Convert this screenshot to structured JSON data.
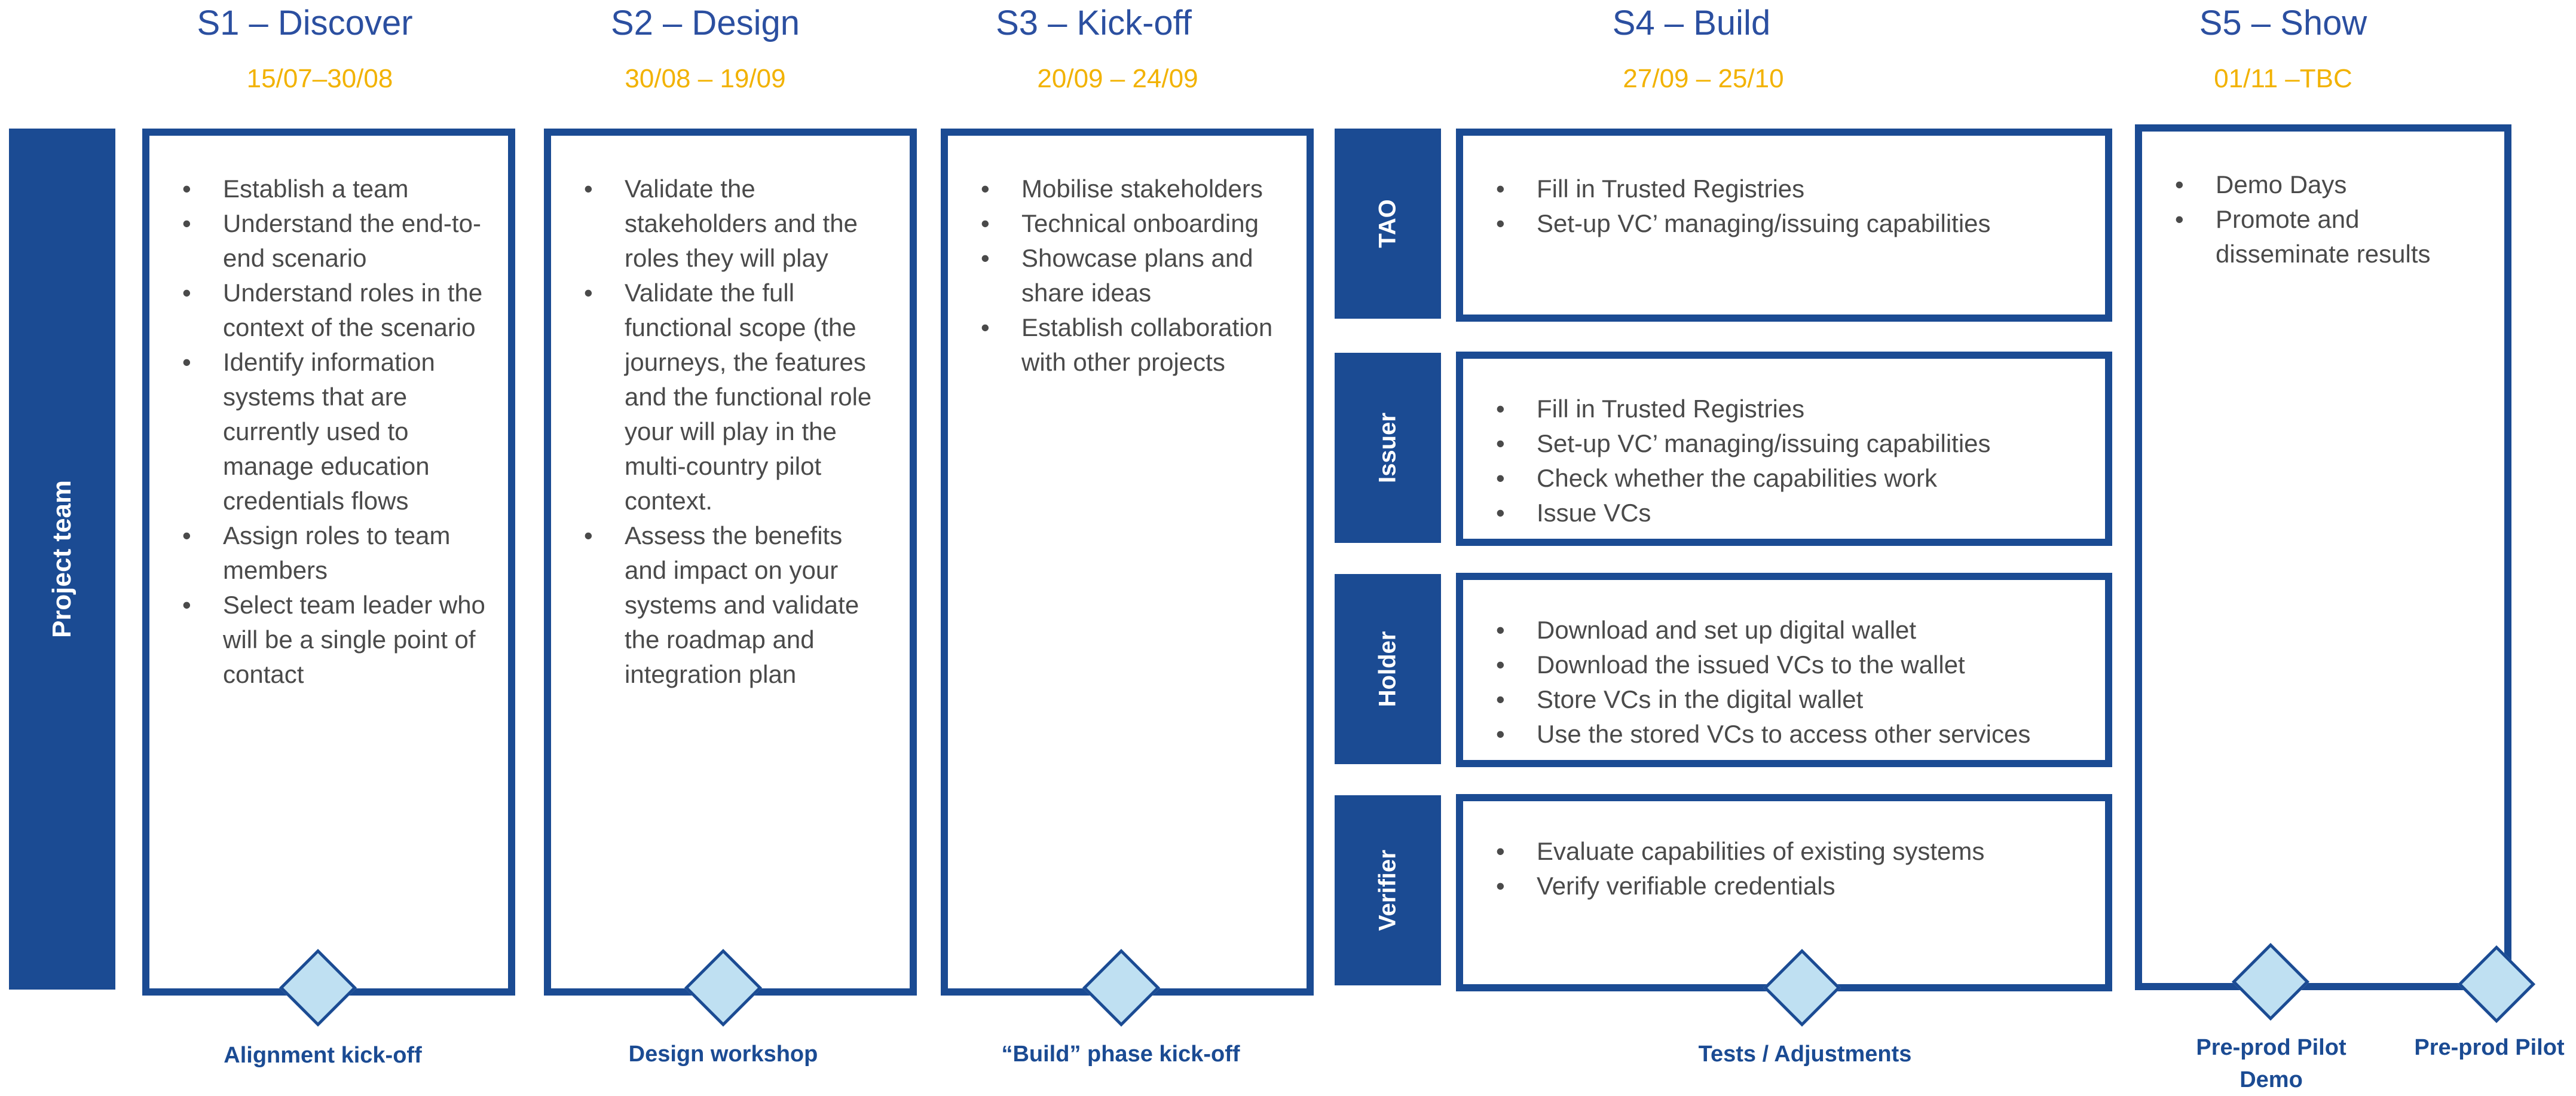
{
  "stages": [
    {
      "title": "S1 – Discover",
      "dates": "15/07–30/08"
    },
    {
      "title": "S2 – Design",
      "dates": "30/08 – 19/09"
    },
    {
      "title": "S3 – Kick-off",
      "dates": "20/09 – 24/09"
    },
    {
      "title": "S4 – Build",
      "dates": "27/09 – 25/10"
    },
    {
      "title": "S5 – Show",
      "dates": "01/11 –TBC"
    }
  ],
  "project_team_label": "Project team",
  "panels": {
    "discover": [
      "Establish a team",
      "Understand the end-to-end scenario",
      "Understand roles in the context of the scenario",
      "Identify information systems that are currently used to manage education credentials flows",
      "Assign roles to team members",
      "Select team leader who will be a single point of contact"
    ],
    "design": [
      "Validate the stakeholders and the roles they will play",
      "Validate the full functional scope (the journeys, the features and the functional role your will play in the multi-country pilot context.",
      "Assess the benefits and impact on your systems and validate the roadmap and integration plan"
    ],
    "kickoff": [
      "Mobilise stakeholders",
      "Technical onboarding",
      "Showcase plans and share ideas",
      "Establish collaboration with other projects"
    ],
    "show": [
      "Demo Days",
      "Promote and disseminate results"
    ]
  },
  "build_roles": [
    {
      "label": "TAO",
      "items": [
        "Fill in Trusted Registries",
        "Set-up VC’ managing/issuing capabilities"
      ]
    },
    {
      "label": "Issuer",
      "items": [
        "Fill in Trusted Registries",
        "Set-up VC’ managing/issuing capabilities",
        "Check whether the capabilities work",
        "Issue VCs"
      ]
    },
    {
      "label": "Holder",
      "items": [
        "Download and set up digital wallet",
        "Download the issued VCs to the wallet",
        "Store VCs in the digital wallet",
        "Use the stored VCs to access other services"
      ]
    },
    {
      "label": "Verifier",
      "items": [
        "Evaluate capabilities of existing systems",
        "Verify verifiable credentials"
      ]
    }
  ],
  "milestones": [
    "Alignment kick-off",
    "Design workshop",
    "“Build” phase kick-off",
    "Tests / Adjustments",
    "Pre-prod Pilot Demo",
    "Pre-prod Pilot"
  ]
}
